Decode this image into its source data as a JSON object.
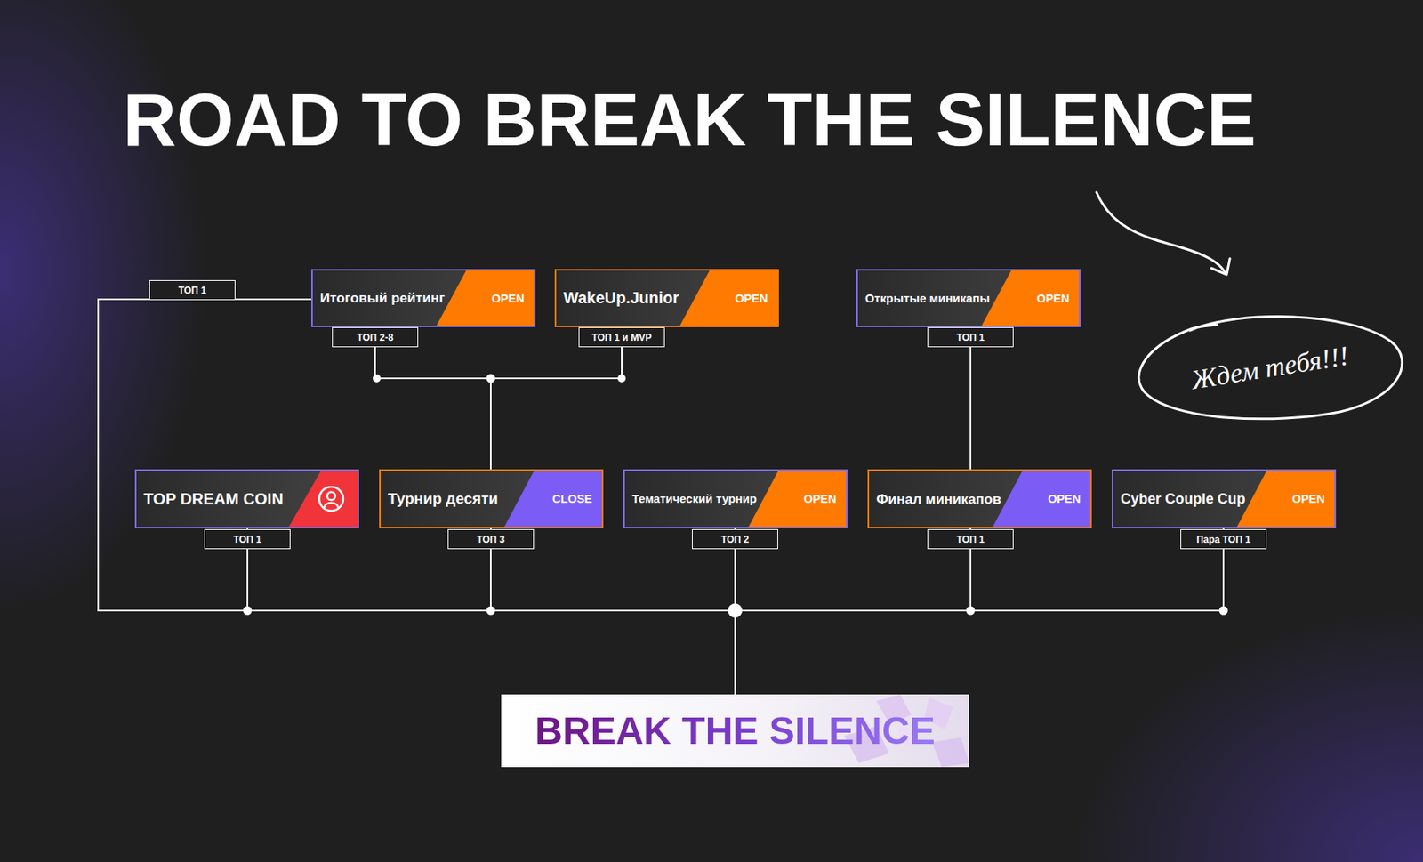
{
  "diagram": {
    "title": "ROAD TO BREAK THE SILENCE",
    "nodes": [
      {
        "text": [
          "Итоговый рейтинг",
          "OPEN"
        ]
      },
      {
        "text": [
          "WakeUp.Junior",
          "OPEN"
        ]
      },
      {
        "text": [
          "Открытые миникапы",
          "OPEN"
        ]
      },
      {
        "text": [
          "Ждем тебя!!!"
        ]
      },
      {
        "text": [
          "TOP DREAM COIN"
        ]
      },
      {
        "text": [
          "Турнир десяти",
          "CLOSE"
        ]
      },
      {
        "text": [
          "Тематический турнир",
          "OPEN"
        ]
      },
      {
        "text": [
          "Финал миникапов",
          "OPEN"
        ]
      },
      {
        "text": [
          "Cyber Couple Cup",
          "OPEN"
        ]
      },
      {
        "text": [
          "BREAK THE SILENCE"
        ]
      }
    ],
    "edges": [
      {
        "from": 0,
        "to": 9,
        "label": "ТОП 1",
        "arrow": "none"
      },
      {
        "from": 0,
        "to": 5,
        "label": "ТОП 2-8",
        "arrow": "none"
      },
      {
        "from": 1,
        "to": 5,
        "label": "ТОП 1 и MVP",
        "arrow": "none"
      },
      {
        "from": 2,
        "to": 7,
        "label": "ТОП 1",
        "arrow": "none"
      },
      {
        "from": 4,
        "to": 9,
        "label": "ТОП 1",
        "arrow": "none"
      },
      {
        "from": 5,
        "to": 9,
        "label": "ТОП 3",
        "arrow": "none"
      },
      {
        "from": 6,
        "to": 9,
        "label": "ТОП 2",
        "arrow": "none"
      },
      {
        "from": 7,
        "to": 9,
        "label": "ТОП 1",
        "arrow": "none"
      },
      {
        "from": 8,
        "to": 9,
        "label": "Пара ТОП 1",
        "arrow": "none"
      }
    ]
  }
}
